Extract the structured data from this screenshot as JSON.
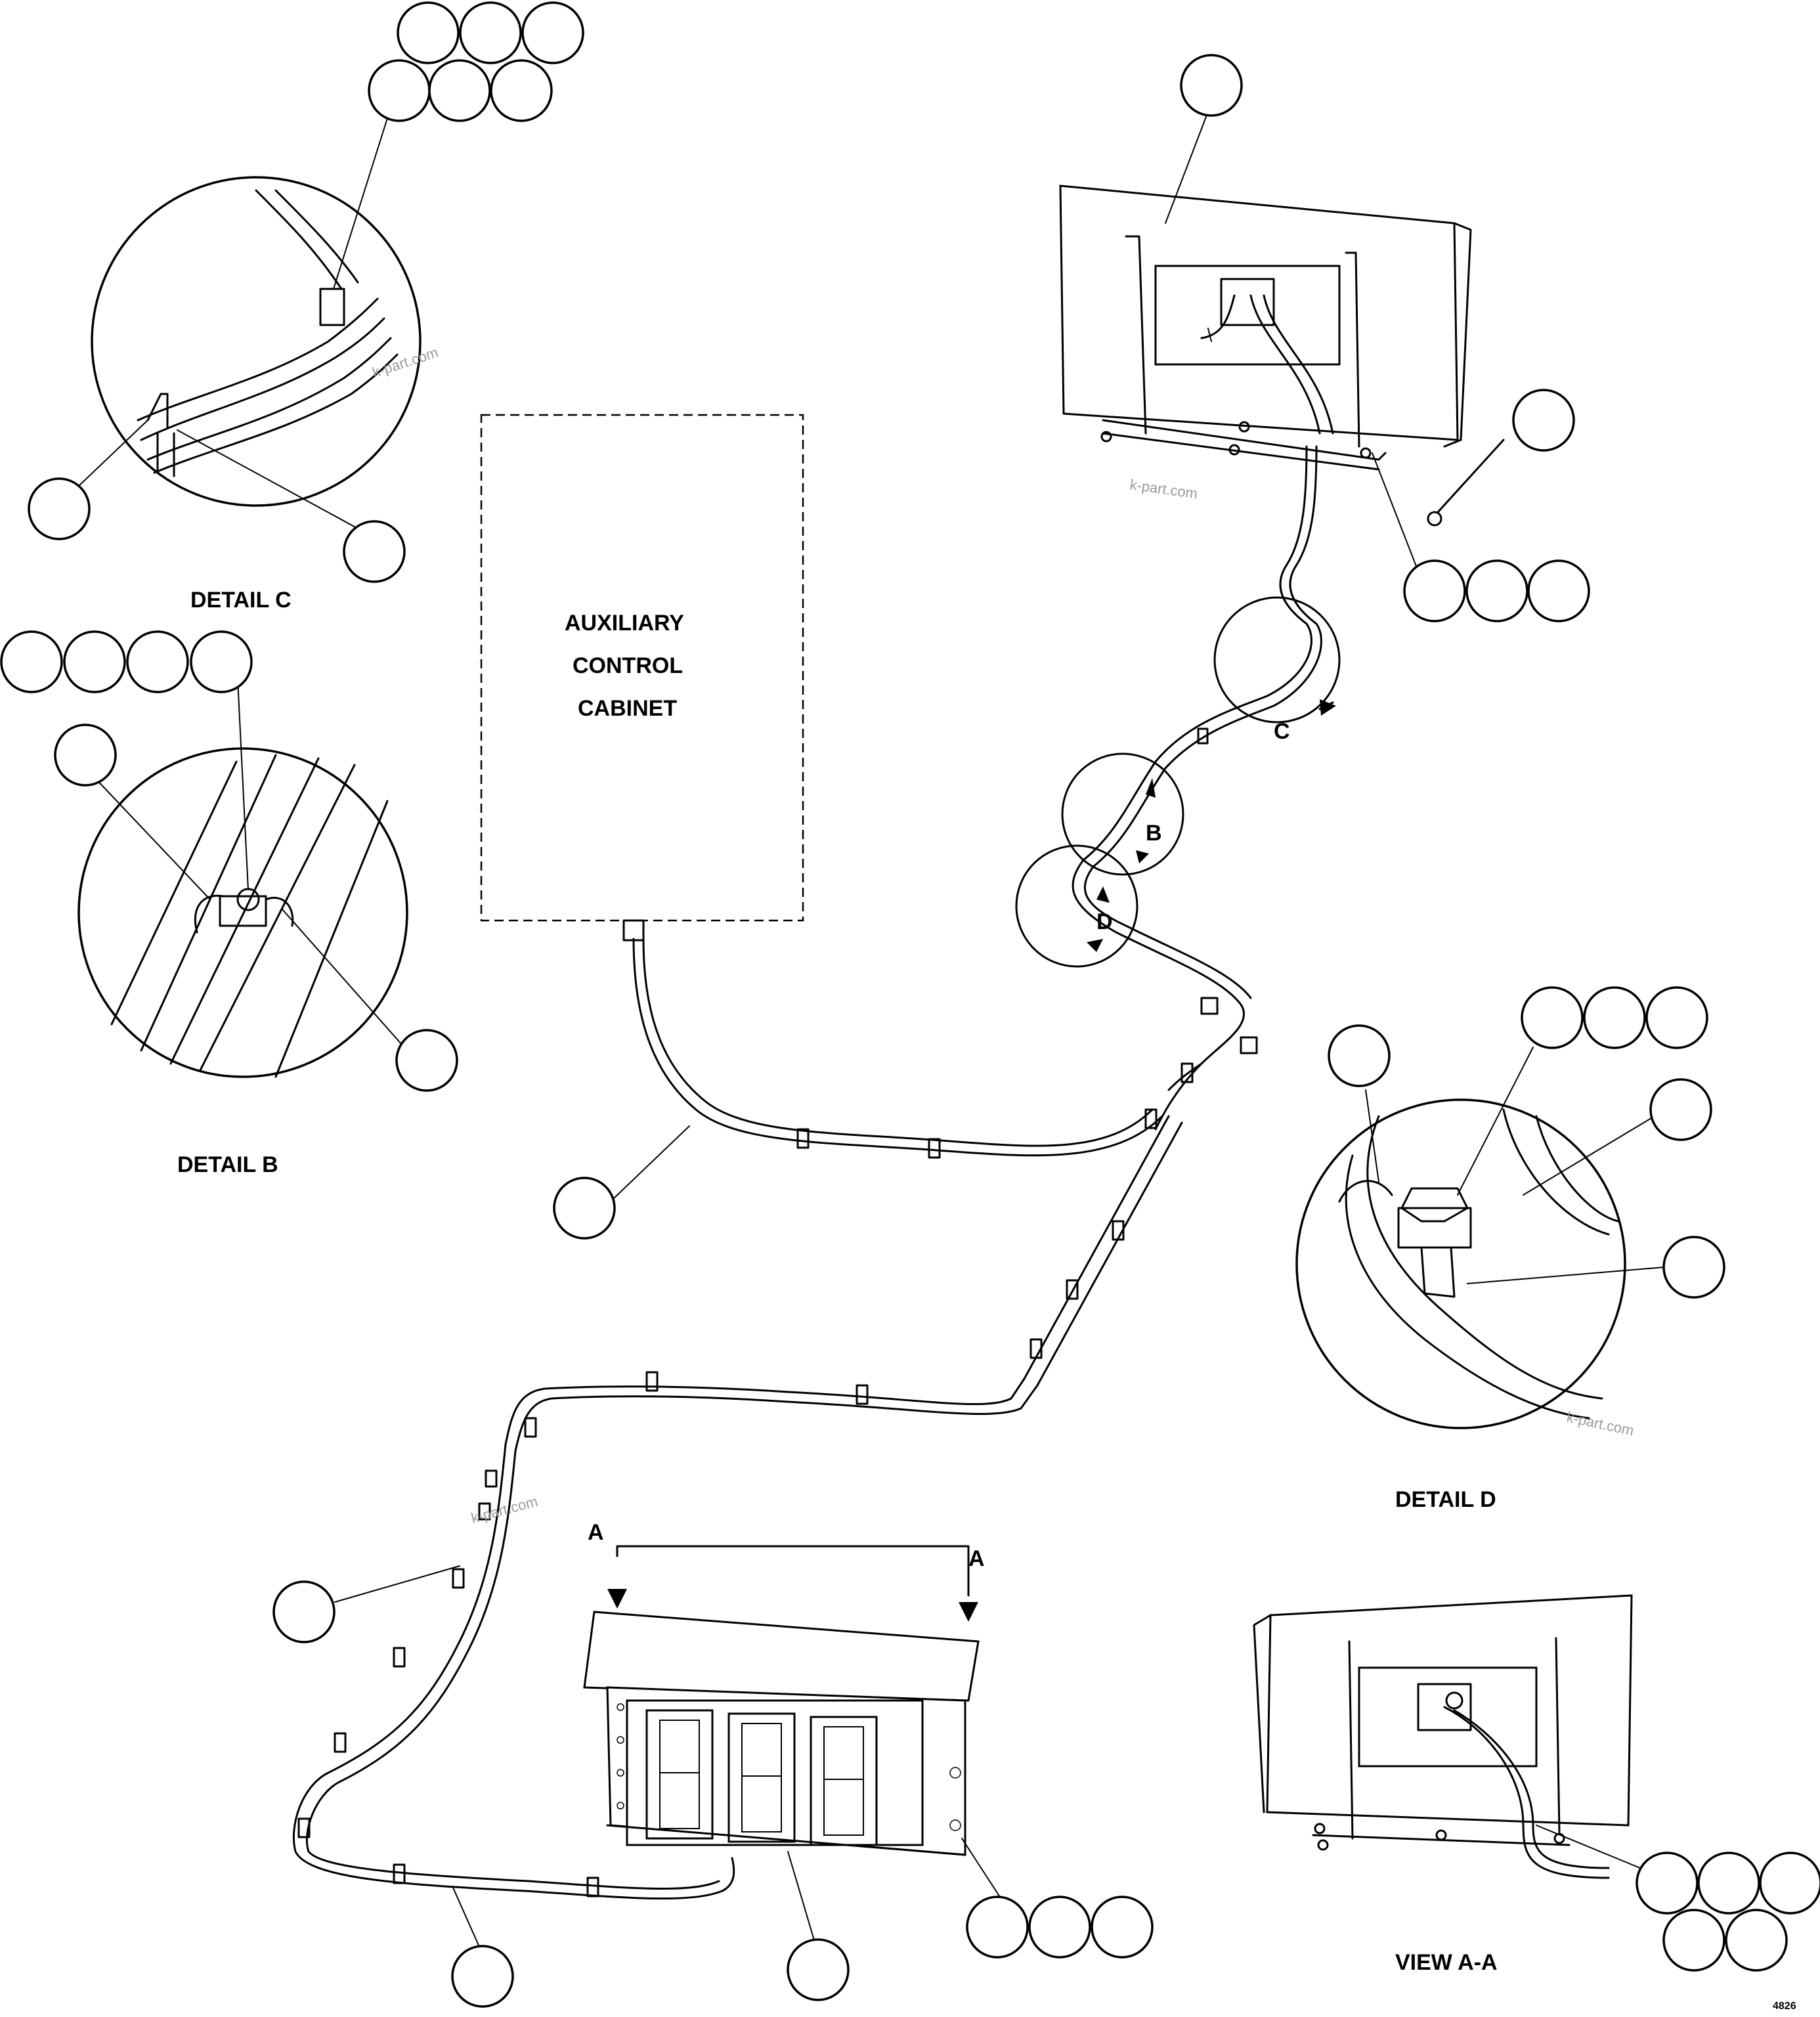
{
  "labels": {
    "detail_c": "DETAIL C",
    "detail_b": "DETAIL B",
    "detail_d": "DETAIL D",
    "view_aa": "VIEW A-A",
    "cabinet_line1": "AUXILIARY",
    "cabinet_line2": "CONTROL",
    "cabinet_line3": "CABINET",
    "callout_a_left": "A",
    "callout_a_right": "A",
    "callout_b": "B",
    "callout_c": "C",
    "callout_d": "D",
    "sheet_code": "4826"
  },
  "watermarks": [
    "k-part.com",
    "k-part.com",
    "k-part.com",
    "k-part.com"
  ],
  "colors": {
    "line": "#000000",
    "background": "#ffffff",
    "watermark": "#9a9a9a"
  }
}
